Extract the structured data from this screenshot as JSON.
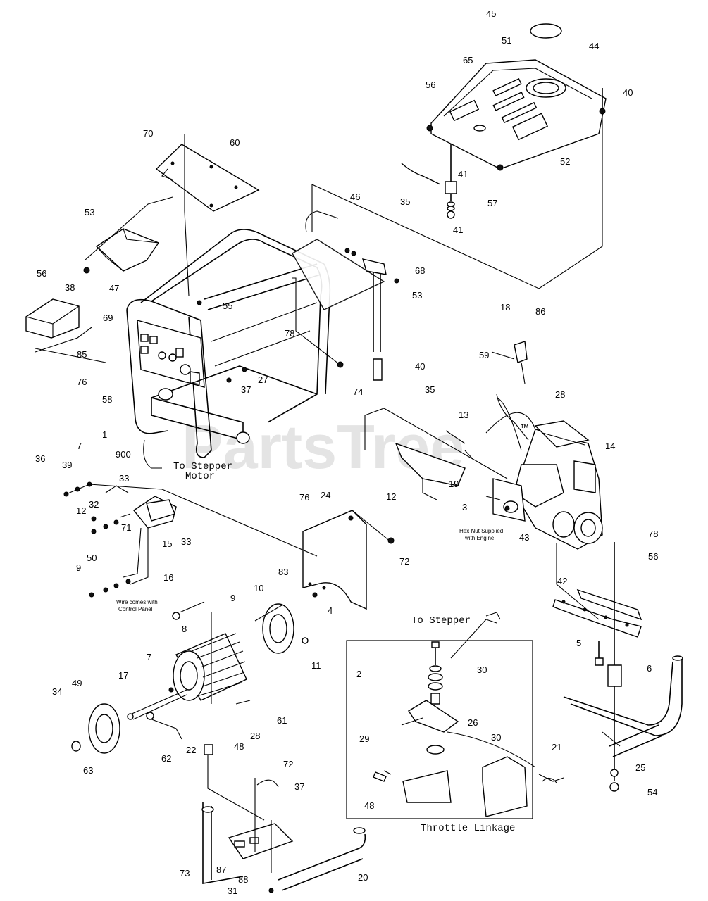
{
  "watermark": "PartsTree",
  "watermark_tm": "™",
  "notes": {
    "to_stepper_motor_1": "To Stepper",
    "to_stepper_motor_2": "Motor",
    "to_stepper": "To Stepper",
    "hex_nut_1": "Hex Nut Supplied",
    "hex_nut_2": "with Engine",
    "wire_comes_1": "Wire comes with",
    "wire_comes_2": "Control Panel",
    "throttle_linkage": "Throttle Linkage"
  },
  "callouts": [
    "45",
    "51",
    "44",
    "65",
    "56",
    "40",
    "52",
    "41",
    "35",
    "57",
    "41",
    "70",
    "60",
    "46",
    "53",
    "68",
    "56",
    "47",
    "55",
    "38",
    "69",
    "78",
    "53",
    "85",
    "76",
    "74",
    "40",
    "86",
    "18",
    "27",
    "58",
    "37",
    "59",
    "28",
    "1",
    "35",
    "13",
    "14",
    "900",
    "7",
    "36",
    "39",
    "33",
    "12",
    "19",
    "76",
    "24",
    "3",
    "12",
    "32",
    "33",
    "43",
    "15",
    "78",
    "71",
    "83",
    "56",
    "72",
    "9",
    "50",
    "42",
    "16",
    "9",
    "10",
    "4",
    "7",
    "8",
    "5",
    "17",
    "11",
    "6",
    "2",
    "30",
    "49",
    "34",
    "26",
    "61",
    "28",
    "29",
    "30",
    "62",
    "22",
    "48",
    "21",
    "63",
    "25",
    "72",
    "37",
    "48",
    "54",
    "73",
    "87",
    "88",
    "20",
    "31",
    "21"
  ]
}
